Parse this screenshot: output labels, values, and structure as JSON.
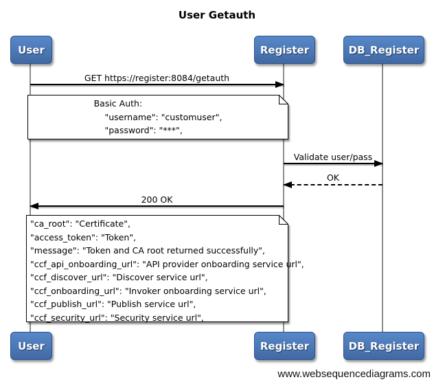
{
  "title": "User Getauth",
  "actors": [
    {
      "id": "user",
      "label": "User"
    },
    {
      "id": "register",
      "label": "Register"
    },
    {
      "id": "db_register",
      "label": "DB_Register"
    }
  ],
  "messages": [
    {
      "label": "GET https://register:8084/getauth",
      "from": "User",
      "to": "Register",
      "line": "solid"
    },
    {
      "label": "Validate user/pass",
      "from": "Register",
      "to": "DB_Register",
      "line": "solid"
    },
    {
      "label": "OK",
      "from": "DB_Register",
      "to": "Register",
      "line": "dashed"
    },
    {
      "label": "200 OK",
      "from": "Register",
      "to": "User",
      "line": "solid"
    }
  ],
  "notes": [
    {
      "over": "User,Register",
      "lines": [
        "Basic Auth:",
        "    \"username\": \"customuser\",",
        "    \"password\": \"***\","
      ]
    },
    {
      "over": "User,Register",
      "lines": [
        "\"ca_root\": \"Certificate\",",
        "\"access_token\": \"Token\",",
        "\"message\": \"Token and CA root returned successfully\",",
        "\"ccf_api_onboarding_url\": \"API provider onboarding service url\",",
        "\"ccf_discover_url\": \"Discover service url\",",
        "\"ccf_onboarding_url\": \"Invoker onboarding service url\",",
        "\"ccf_publish_url\": \"Publish service url\",",
        "\"ccf_security_url\": \"Security service url\","
      ]
    }
  ],
  "watermark": "www.websequencediagrams.com",
  "colors": {
    "actor_fill": "#4b78b6",
    "actor_border": "#2c5191",
    "actor_text": "#ffffff",
    "lifeline": "#8c8c8c",
    "message_line": "#000000",
    "note_fill": "#ffffff",
    "note_border": "#000000",
    "background": "#ffffff"
  }
}
